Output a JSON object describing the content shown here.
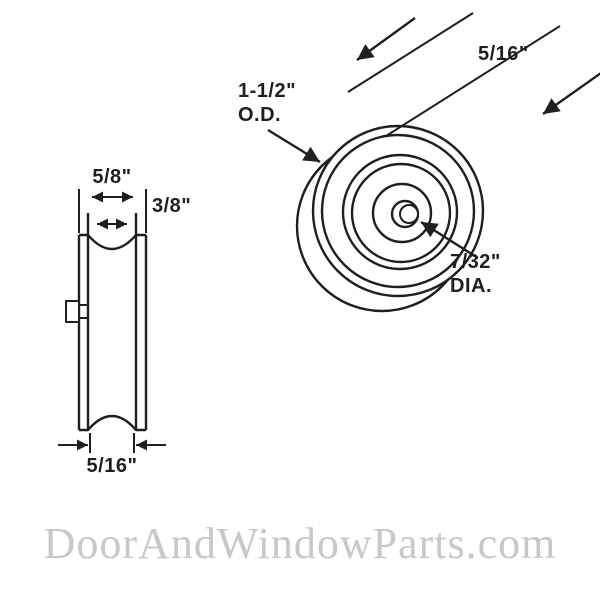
{
  "colors": {
    "ink": "#1f1f1f",
    "watermark": "#c8c8c8",
    "background": "#ffffff"
  },
  "diagram_title": "roller-wheel-technical-diagram",
  "side_view": {
    "outer_width_label": "5/8\"",
    "inner_width_label": "3/8\"",
    "groove_width_label": "5/16\""
  },
  "front_view": {
    "thickness_label": "5/16\"",
    "outer_diameter_label": "1-1/2\"",
    "outer_diameter_sublabel": "O.D.",
    "axle_diameter_label": "7/32\"",
    "axle_diameter_sublabel": "DIA."
  },
  "watermark": {
    "text": "DoorAndWindowParts.com"
  }
}
